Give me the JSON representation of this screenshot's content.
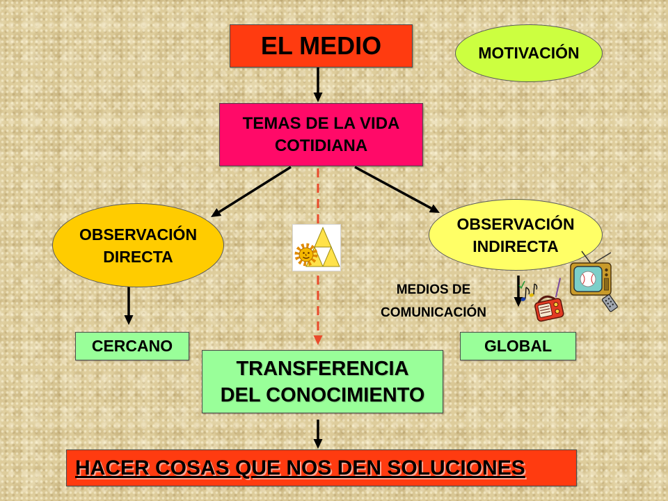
{
  "diagram": {
    "el_medio": {
      "label": "EL MEDIO",
      "color": "#FF3B10"
    },
    "motivacion": {
      "label": "MOTIVACIÓN",
      "color": "#CCFF40"
    },
    "temas": {
      "lines": [
        "TEMAS DE LA VIDA",
        "COTIDIANA"
      ],
      "color": "#FF0A68"
    },
    "observacion_directa": {
      "lines": [
        "OBSERVACIÓN",
        "DIRECTA"
      ],
      "color": "#FFCC00"
    },
    "observacion_indirecta": {
      "lines": [
        "OBSERVACIÓN",
        "INDIRECTA"
      ],
      "color": "#FFFF66"
    },
    "medios_de_comunicacion": {
      "lines": [
        "MEDIOS DE",
        "COMUNICACIÓN"
      ]
    },
    "cercano": {
      "label": "CERCANO",
      "color": "#99FF99"
    },
    "global": {
      "label": "GLOBAL",
      "color": "#99FF99"
    },
    "transferencia": {
      "lines": [
        "TRANSFERENCIA",
        "DEL CONOCIMIENTO"
      ],
      "color": "#99FF99"
    },
    "hacer": {
      "label": "HACER COSAS QUE NOS DEN SOLUCIONES",
      "color": "#FF3B10"
    }
  },
  "connectors": {
    "arrow_color": "#000000",
    "dashed_color": "#E94A2B"
  },
  "icons": {
    "sun_triangle": "sun-triangle-icon",
    "music_notes": "music-notes-icon",
    "radio": "radio-icon",
    "television": "television-icon",
    "remote": "remote-control-icon"
  }
}
